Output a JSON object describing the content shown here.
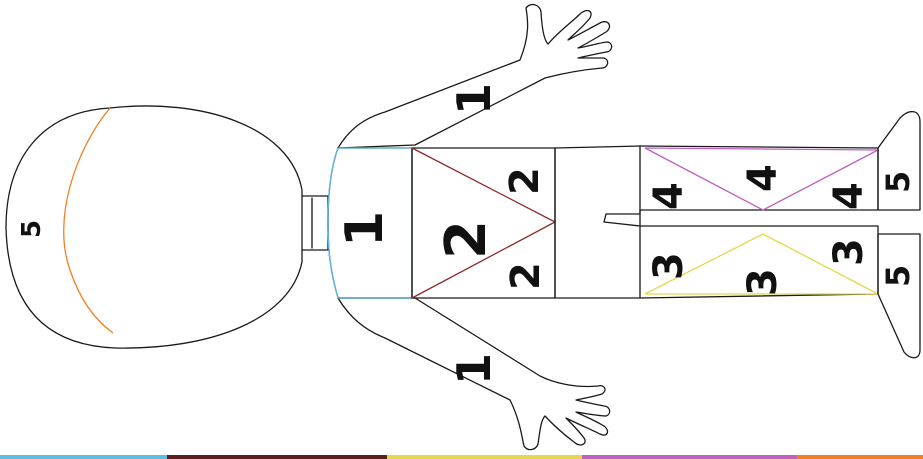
{
  "colors": {
    "outline": "#1a1a1a",
    "shirt": "#5bbfe0",
    "shorts": "#8b2a2a",
    "yellow_leg": "#e6d84a",
    "purple_leg": "#c060c0",
    "hair": "#f08020"
  },
  "labels": {
    "head": "5",
    "torso": "1",
    "upper_arm": "1",
    "lower_arm": "1",
    "shorts_center": "2",
    "shorts_top": "2",
    "shorts_bottom": "2",
    "purple_left": "4",
    "purple_mid": "4",
    "purple_right": "4",
    "yellow_left": "3",
    "yellow_mid": "3",
    "yellow_right": "3",
    "foot_top": "5",
    "foot_bottom": "5"
  },
  "palette": [
    "#5bbfe0",
    "#5a2020",
    "#e6d84a",
    "#c060c0",
    "#f08020"
  ]
}
